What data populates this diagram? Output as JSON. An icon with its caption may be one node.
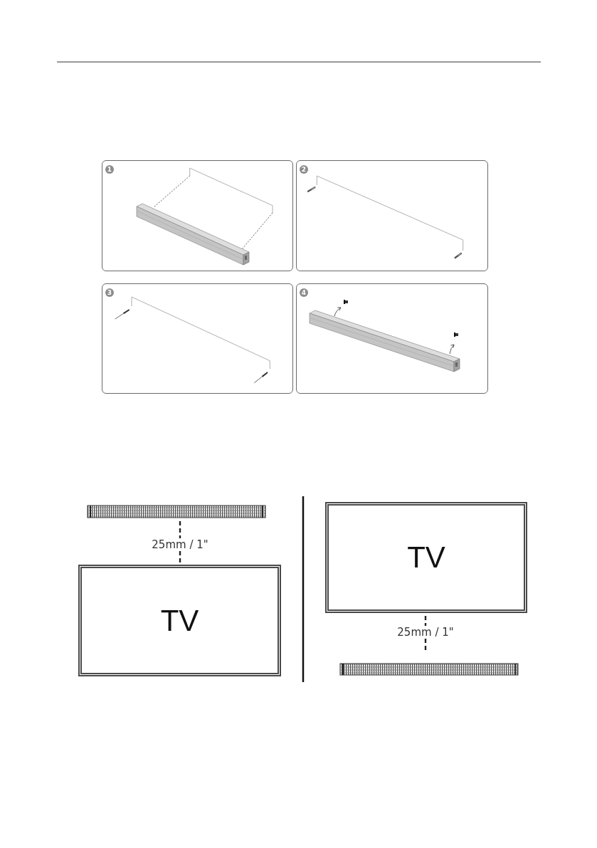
{
  "diagram": {
    "nodes": [
      {
        "text": [
          "1"
        ]
      },
      {
        "text": [
          "2"
        ]
      },
      {
        "text": [
          "3"
        ]
      },
      {
        "text": [
          "4"
        ]
      },
      {
        "text": [
          "TV"
        ]
      },
      {
        "text": [
          "TV"
        ]
      }
    ],
    "labels": [
      "25mm / 1\"",
      "25mm / 1\""
    ]
  }
}
